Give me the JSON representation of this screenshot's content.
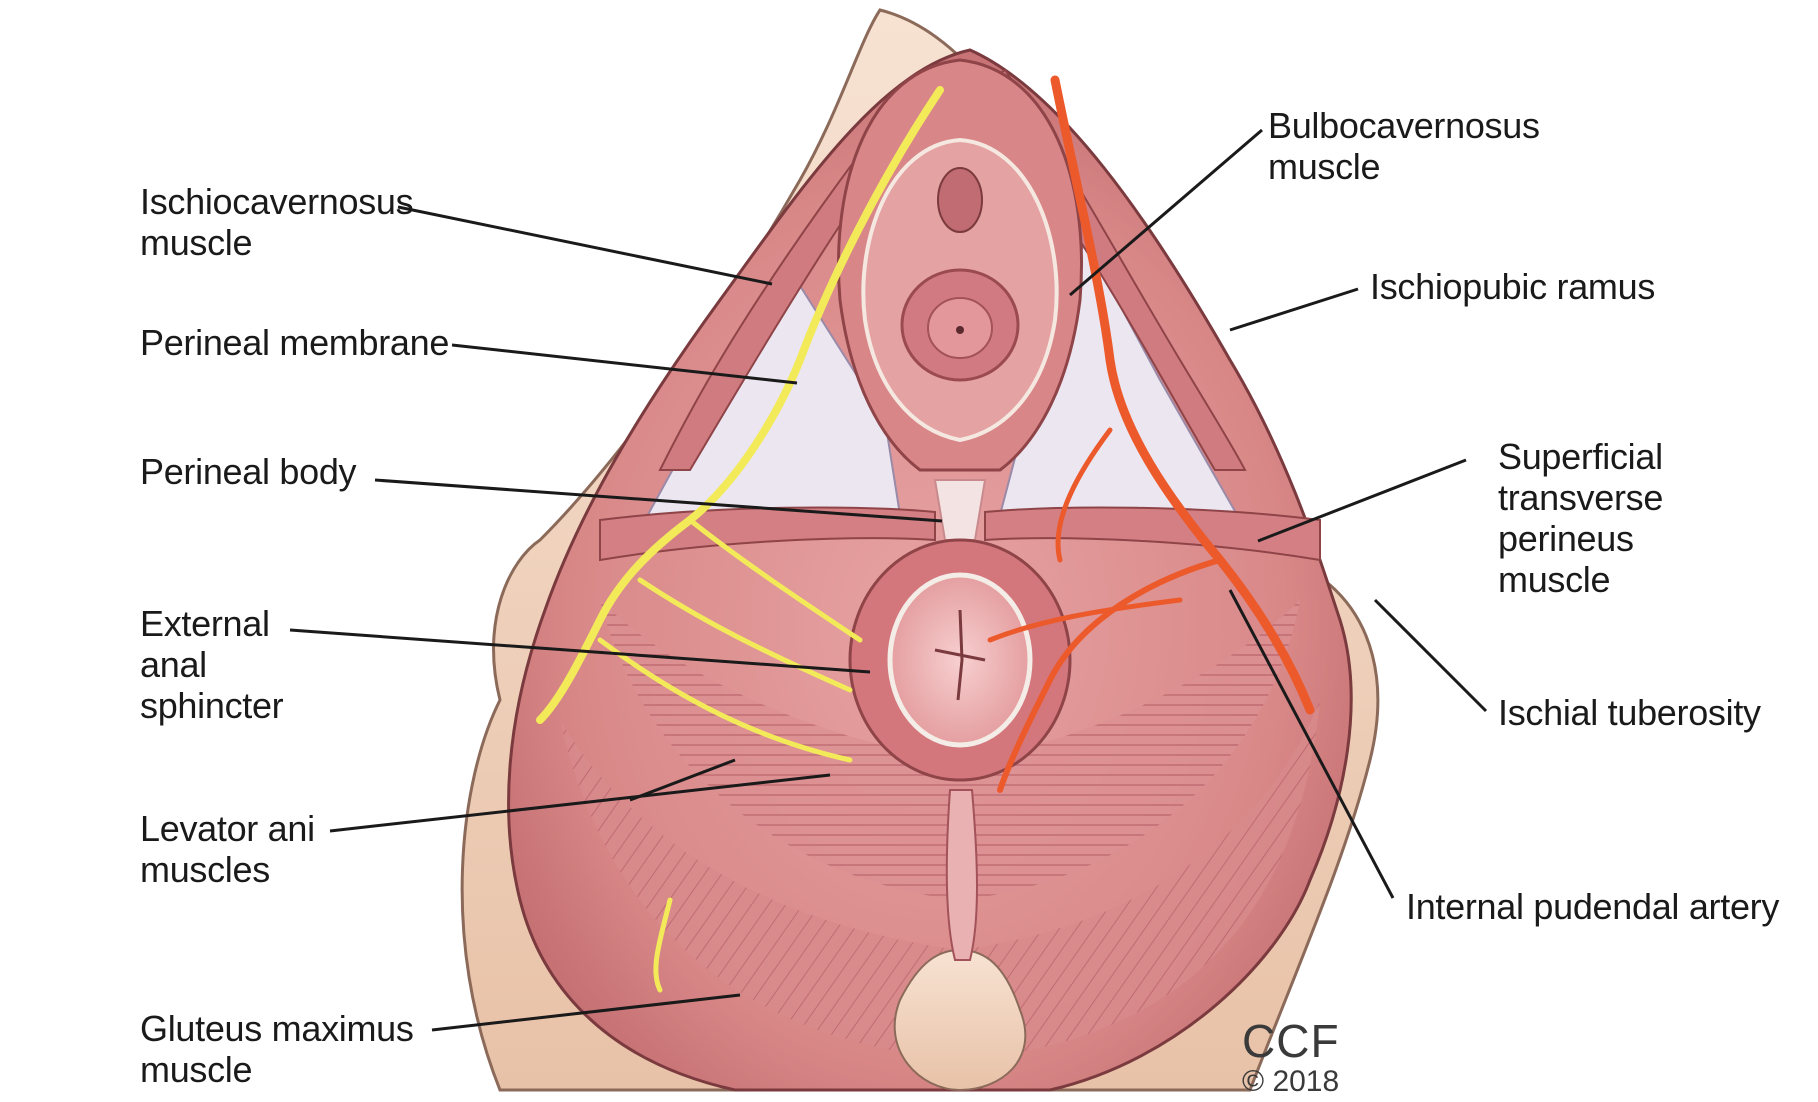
{
  "labels": {
    "ischiocavernosus": "Ischiocavernosus\nmuscle",
    "perineal_membrane": "Perineal membrane",
    "perineal_body": "Perineal body",
    "external_anal_sphincter": "External\nanal\nsphincter",
    "levator_ani": "Levator ani\nmuscles",
    "gluteus_maximus": "Gluteus maximus\nmuscle",
    "bulbocavernosus": "Bulbocavernosus\nmuscle",
    "ischiopubic_ramus": "Ischiopubic ramus",
    "superficial_transverse": "Superficial\ntransverse\nperineus\nmuscle",
    "ischial_tuberosity": "Ischial tuberosity",
    "internal_pudendal_artery": "Internal pudendal artery"
  },
  "credit": {
    "main": "CCF",
    "year": "© 2018"
  },
  "colors": {
    "muscle": "#d98c8c",
    "muscle_dark": "#b35a5e",
    "membrane": "#e9e4ee",
    "skin": "#f2d7c4",
    "nerve": "#f3ea5a",
    "artery": "#ec5a2c"
  }
}
